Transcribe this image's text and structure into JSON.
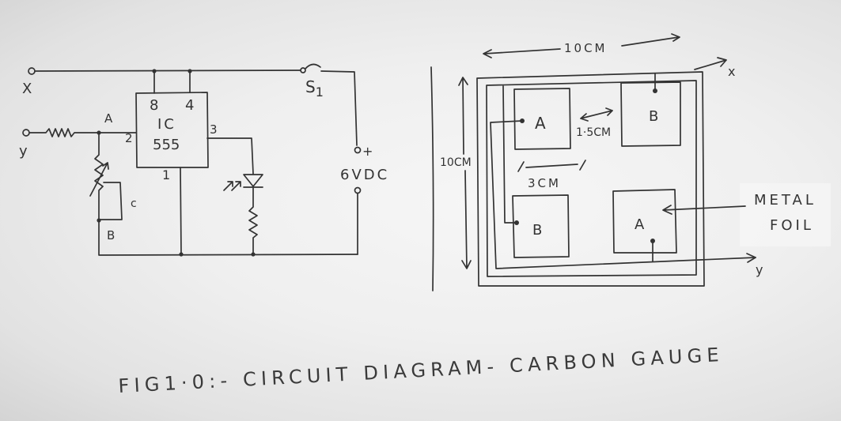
{
  "circuit": {
    "terminal_x": "X",
    "terminal_y": "y",
    "node_a": "A",
    "node_b": "B",
    "capacitor": "c",
    "ic": {
      "pin8": "8",
      "pin4": "4",
      "name": "IC",
      "number": "555",
      "pin2": "2",
      "pin3": "3",
      "pin1": "1"
    },
    "switch": {
      "label": "S",
      "subscript": "1"
    },
    "battery": {
      "positive": "+",
      "label": "6VDC"
    }
  },
  "gauge": {
    "width_label": "10CM",
    "height_label": "10CM",
    "axis_x": "x",
    "axis_y": "y",
    "pads": [
      "A",
      "B",
      "B",
      "A"
    ],
    "gap_small": "1·5CM",
    "gap_large": "3CM",
    "foil_label": [
      "METAL",
      "FOIL"
    ]
  },
  "caption": "FIG1·0:- CIRCUIT DIAGRAM- CARBON GAUGE"
}
